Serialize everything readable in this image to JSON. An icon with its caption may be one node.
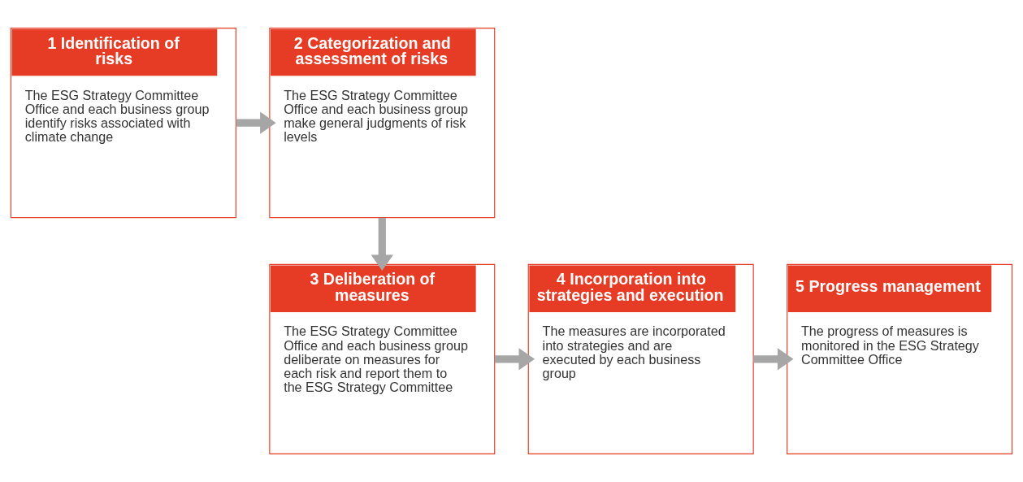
{
  "diagram": {
    "nodes": [
      {
        "text": [
          "1 Identification of risks",
          "The ESG Strategy Committee Office and each business group identify risks associated with climate change"
        ]
      },
      {
        "text": [
          "2 Categorization and assessment of risks",
          "The ESG Strategy Committee Office and each business group make general judgments of risk levels"
        ]
      },
      {
        "text": [
          "3 Deliberation of measures",
          "The ESG Strategy Committee Office and each business group deliberate on measures for each risk and report them to the ESG Strategy Committee"
        ]
      },
      {
        "text": [
          "4 Incorporation into strategies and execution",
          "The measures are incorporated into strategies and are executed by each business group"
        ]
      },
      {
        "text": [
          "5 Progress management",
          "The progress of measures is monitored in the ESG Strategy Committee Office"
        ]
      }
    ],
    "edges": [
      {
        "from": 0,
        "to": 1,
        "arrow": "to"
      },
      {
        "from": 1,
        "to": 2,
        "arrow": "to"
      },
      {
        "from": 2,
        "to": 3,
        "arrow": "to"
      },
      {
        "from": 3,
        "to": 4,
        "arrow": "to"
      }
    ]
  }
}
